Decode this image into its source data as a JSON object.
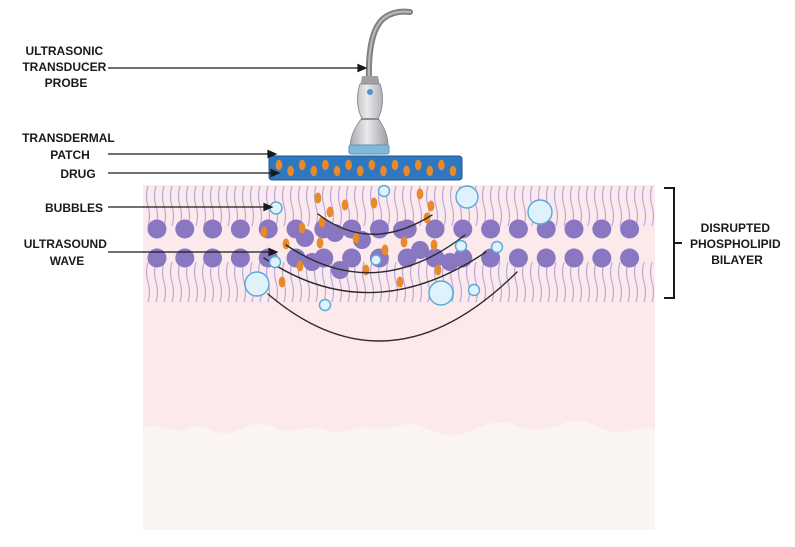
{
  "labels": {
    "probe": [
      "ULTRASONIC",
      "TRANSDUCER",
      "PROBE"
    ],
    "patch": [
      "TRANSDERMAL",
      "PATCH"
    ],
    "drug": "DRUG",
    "bubbles": "BUBBLES",
    "wave": [
      "ULTRASOUND",
      "WAVE"
    ],
    "bilayer": [
      "DISRUPTED",
      "PHOSPHOLIPID",
      "BILAYER"
    ]
  },
  "colors": {
    "skin_upper": "#fce9ec",
    "skin_lower": "#faf5f1",
    "lipid_head": "#8a77c2",
    "lipid_tail": "#b7a9e0",
    "patch": "#2f78c0",
    "drug": "#e88a2b",
    "bubble_fill": "#dff1fb",
    "bubble_stroke": "#5aa9d6",
    "wave": "#2b2b2b",
    "probe_body": "#cfd0d3",
    "probe_tip": "#7fb8d8"
  },
  "icons": {
    "probe": "ultrasound-probe-icon",
    "bubble": "bubble-icon",
    "drug": "drug-particle-icon"
  }
}
